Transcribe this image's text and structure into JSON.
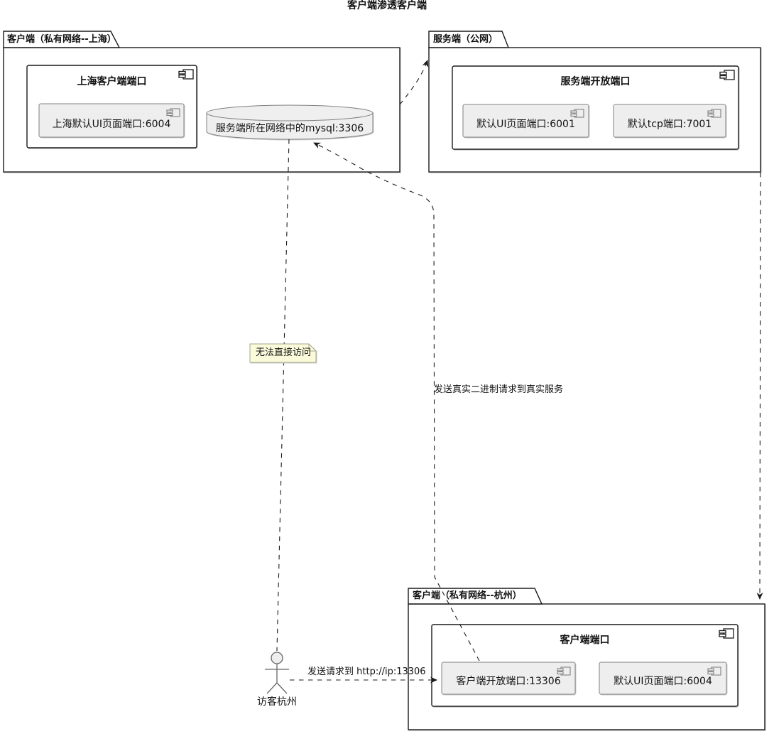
{
  "title": "客户端渗透客户端",
  "packages": {
    "shanghai": {
      "label": "客户端（私有网络--上海）",
      "component": {
        "title": "上海客户端端口",
        "ports": [
          {
            "label": "上海默认UI页面端口:6004"
          }
        ]
      }
    },
    "server": {
      "label": "服务端（公网）",
      "component": {
        "title": "服务端开放端口",
        "ports": [
          {
            "label": "默认UI页面端口:6001"
          },
          {
            "label": "默认tcp端口:7001"
          }
        ]
      }
    },
    "hangzhou": {
      "label": "客户端（私有网络--杭州）",
      "component": {
        "title": "客户端端口",
        "ports": [
          {
            "label": "客户端开放端口:13306"
          },
          {
            "label": "默认UI页面端口:6004"
          }
        ]
      }
    }
  },
  "database": {
    "label": "服务端所在网络中的mysql:3306"
  },
  "actor": {
    "label": "访客杭州"
  },
  "note": {
    "text": "无法直接访问"
  },
  "edges": {
    "visitor_to_client_port": {
      "label": "发送请求到 http://ip:13306"
    },
    "client_port_to_mysql": {
      "label": "发送真实二进制请求到真实服务"
    }
  },
  "colors": {
    "border": "#1A1A1A",
    "gray_fill": "#EEEEEE",
    "gray_stroke": "#808080",
    "note_fill": "#FBFBDC",
    "note_stroke": "#A6A68A",
    "shadow": "#CCCCCC"
  }
}
